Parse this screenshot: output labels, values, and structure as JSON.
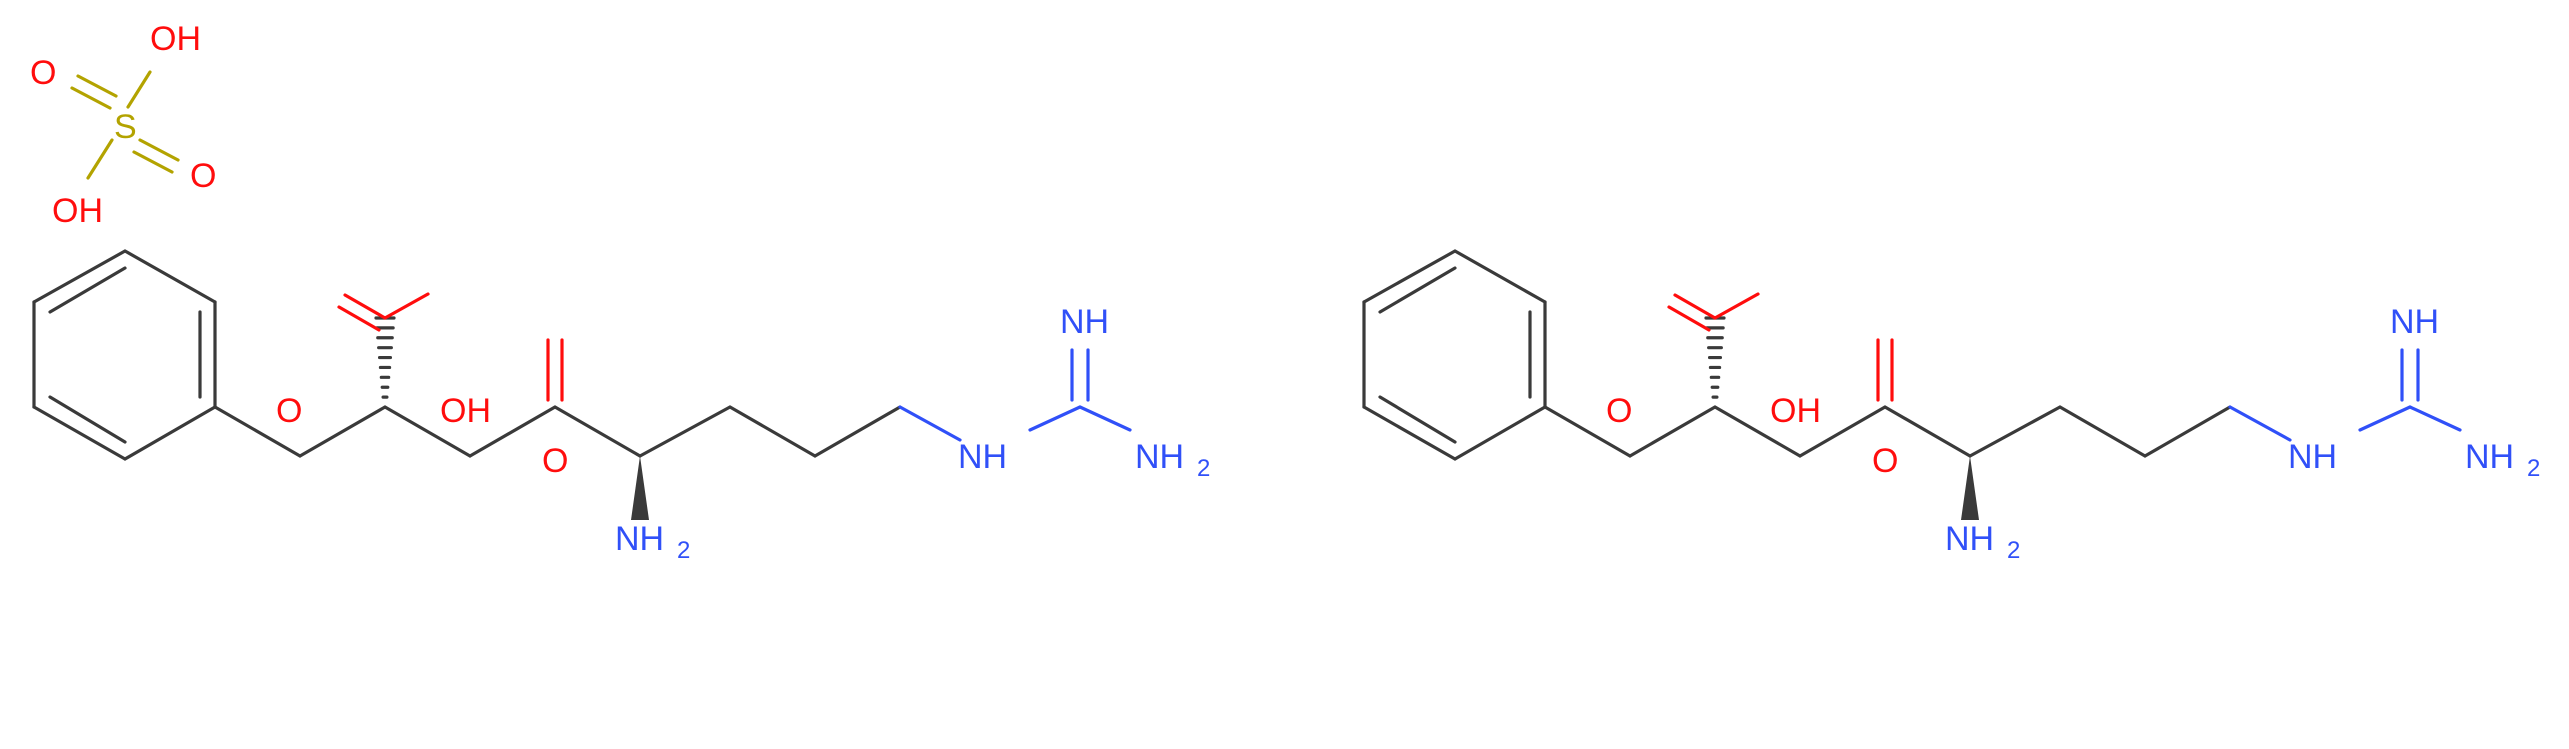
{
  "colors": {
    "bond": "#3a3a3a",
    "oxygen": "#ff0d0d",
    "nitrogen": "#3050f8",
    "sulfur": "#b3a300"
  },
  "sulfuric_acid": {
    "s": "S",
    "o_a": "O",
    "o_b": "O",
    "oh_a": "OH",
    "oh_b": "OH"
  },
  "molecules": [
    {
      "carbonyl_o": "O",
      "acid_o": "O",
      "acid_oh": "OH",
      "amine": "NH",
      "amine_sub": "2",
      "imine": "NH",
      "nh": "NH",
      "guan_nh2": "NH",
      "guan_nh2_sub": "2"
    },
    {
      "carbonyl_o": "O",
      "acid_o": "O",
      "acid_oh": "OH",
      "amine": "NH",
      "amine_sub": "2",
      "imine": "NH",
      "nh": "NH",
      "guan_nh2": "NH",
      "guan_nh2_sub": "2"
    }
  ]
}
